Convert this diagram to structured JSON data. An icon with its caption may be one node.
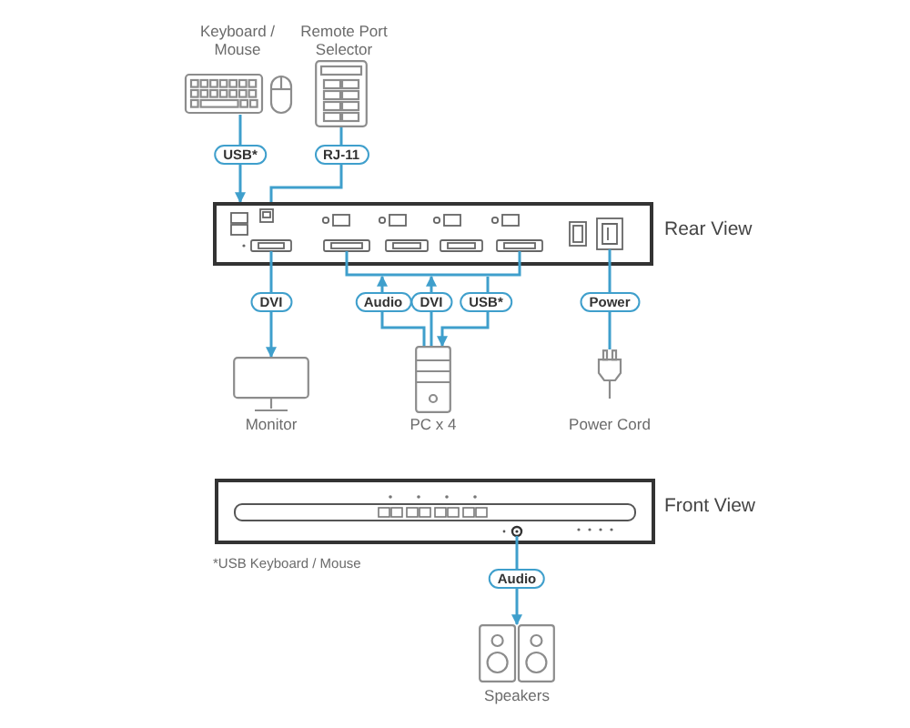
{
  "diagram": {
    "nodes": [
      {
        "text": [],
        "shape": "picture",
        "beside": [
          "Keyboard / Mouse"
        ]
      },
      {
        "text": [],
        "shape": "picture",
        "beside": [
          "Remote Port Selector"
        ]
      },
      {
        "text": [],
        "shape": "picture",
        "beside": [
          "Rear View"
        ]
      },
      {
        "text": [],
        "shape": "picture",
        "beside": [
          "Monitor"
        ]
      },
      {
        "text": [],
        "shape": "picture",
        "beside": [
          "PC x 4"
        ]
      },
      {
        "text": [],
        "shape": "picture",
        "beside": [
          "Power Cord"
        ]
      },
      {
        "text": [],
        "shape": "picture",
        "beside": [
          "Front View"
        ]
      },
      {
        "text": [],
        "shape": "picture",
        "beside": [
          "Speakers"
        ]
      }
    ],
    "edges": [
      {
        "from": 0,
        "to": 2,
        "arrow": "to",
        "label": "USB*"
      },
      {
        "from": 1,
        "to": 2,
        "arrow": "none",
        "label": "RJ-11"
      },
      {
        "from": 2,
        "to": 3,
        "arrow": "to",
        "label": "DVI"
      },
      {
        "from": 4,
        "to": 2,
        "arrow": "to",
        "label": "Audio"
      },
      {
        "from": 4,
        "to": 2,
        "arrow": "to",
        "label": "DVI"
      },
      {
        "from": 2,
        "to": 4,
        "arrow": "to",
        "label": "USB*"
      },
      {
        "from": 2,
        "to": 5,
        "arrow": "none",
        "label": "Power"
      },
      {
        "from": 6,
        "to": 7,
        "arrow": "to",
        "label": "Audio"
      }
    ],
    "labels": [
      "*USB Keyboard / Mouse"
    ]
  }
}
